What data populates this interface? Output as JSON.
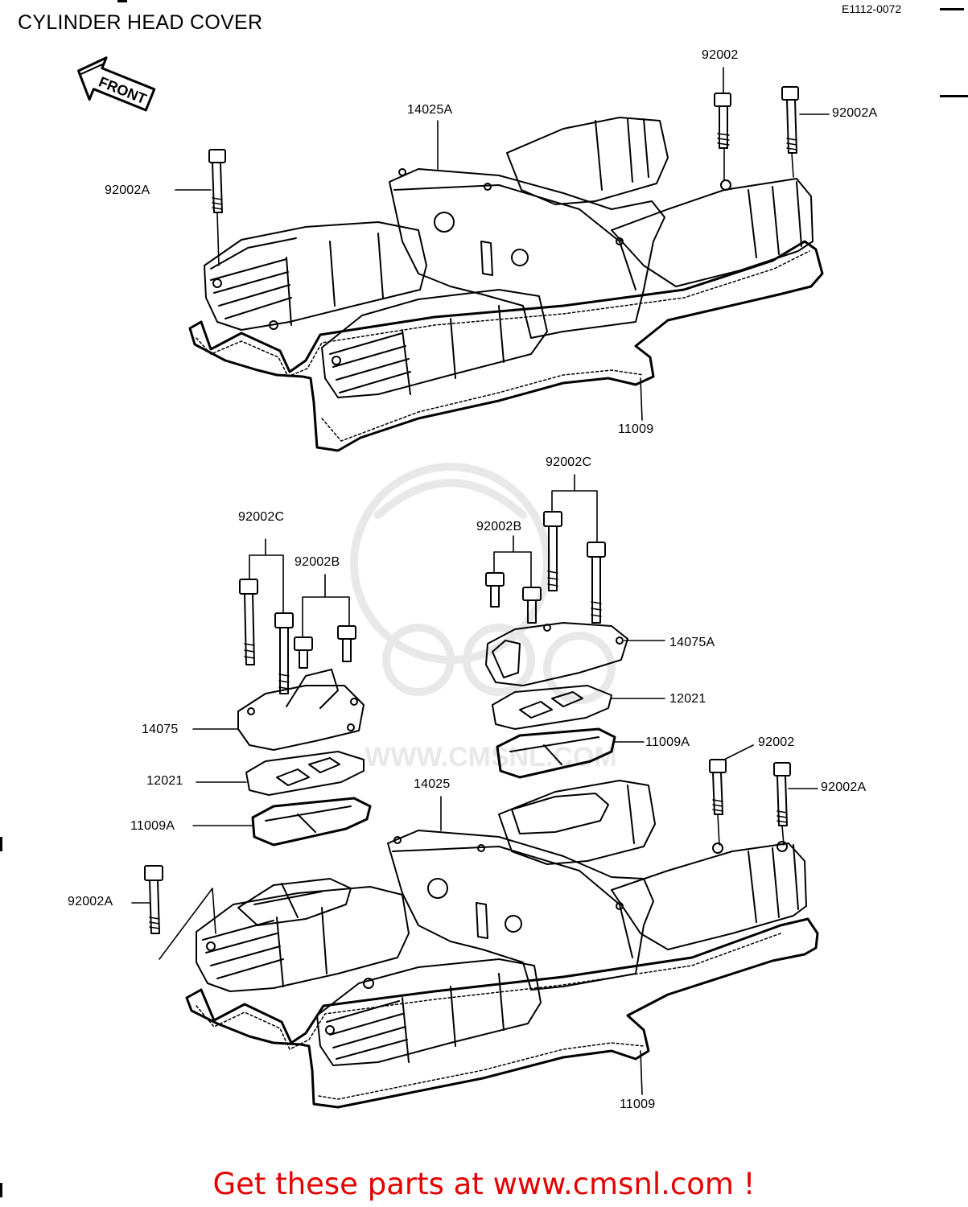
{
  "header": {
    "title": "CYLINDER HEAD COVER",
    "diagram_id": "E1112-0072"
  },
  "front_arrow": {
    "label": "FRONT"
  },
  "watermark": "WWW.CMSNL.COM",
  "labels": {
    "top_92002": "92002",
    "top_92002A_right": "92002A",
    "top_14025A": "14025A",
    "top_92002A_left": "92002A",
    "top_11009": "11009",
    "mid_92002C_right": "92002C",
    "mid_92002B_right": "92002B",
    "mid_92002C_left": "92002C",
    "mid_92002B_left": "92002B",
    "mid_14075A": "14075A",
    "mid_12021_right": "12021",
    "mid_14075": "14075",
    "mid_11009A_right": "11009A",
    "mid_92002": "92002",
    "mid_12021_left": "12021",
    "mid_14025": "14025",
    "mid_92002A_right": "92002A",
    "mid_11009A_left": "11009A",
    "bot_92002A_left": "92002A",
    "bot_11009": "11009"
  },
  "footer": {
    "cta": "Get these parts at www.cmsnl.com !",
    "cta_color": "#e40000"
  }
}
